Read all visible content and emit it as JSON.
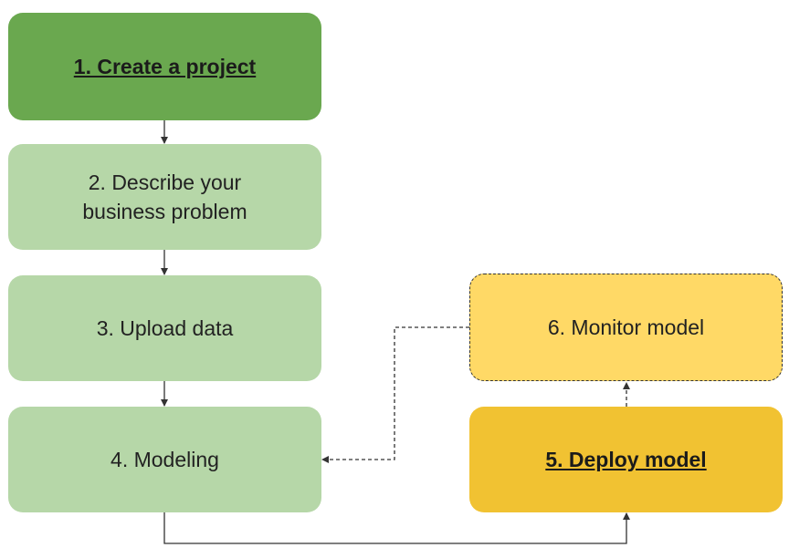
{
  "steps": {
    "create_project": "1. Create a project",
    "describe_problem": "2. Describe your\nbusiness problem",
    "upload_data": "3. Upload data",
    "modeling": "4. Modeling",
    "deploy_model": "5. Deploy model",
    "monitor_model": "6. Monitor model"
  },
  "colors": {
    "active_green": "#6aa84f",
    "light_green": "#b6d7a8",
    "active_yellow": "#f1c232",
    "light_yellow": "#ffd966",
    "connector": "#333333"
  },
  "connectors": [
    {
      "from": "create_project",
      "to": "describe_problem",
      "style": "solid"
    },
    {
      "from": "describe_problem",
      "to": "upload_data",
      "style": "solid"
    },
    {
      "from": "upload_data",
      "to": "modeling",
      "style": "solid"
    },
    {
      "from": "modeling",
      "to": "deploy_model",
      "style": "solid"
    },
    {
      "from": "deploy_model",
      "to": "monitor_model",
      "style": "dashed"
    },
    {
      "from": "monitor_model",
      "to": "modeling",
      "style": "dashed"
    }
  ]
}
